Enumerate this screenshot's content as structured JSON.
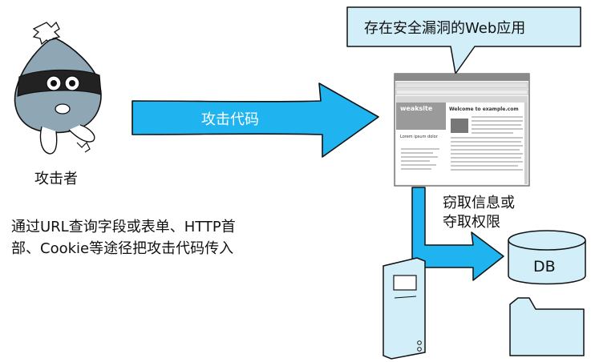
{
  "callout": {
    "text": "存在安全漏洞的Web应用"
  },
  "arrow_main": {
    "label": "攻击代码"
  },
  "attacker": {
    "label": "攻击者"
  },
  "description": {
    "line1": "通过URL查询字段或表单、HTTP首",
    "line2": "部、Cookie等途径把攻击代码传入"
  },
  "steal": {
    "line1": "窃取信息或",
    "line2": "夺取权限"
  },
  "db": {
    "label": "DB"
  },
  "browser": {
    "site_name": "weaksite",
    "welcome": "Welcome to example.com",
    "sidebar_text": "Lorem ipsum dolor"
  },
  "colors": {
    "arrow_blue": "#1fb4ef",
    "callout_fill": "#d2eef9",
    "attacker_fill": "#8fa6b4",
    "server_fill": "#d2eef9"
  }
}
